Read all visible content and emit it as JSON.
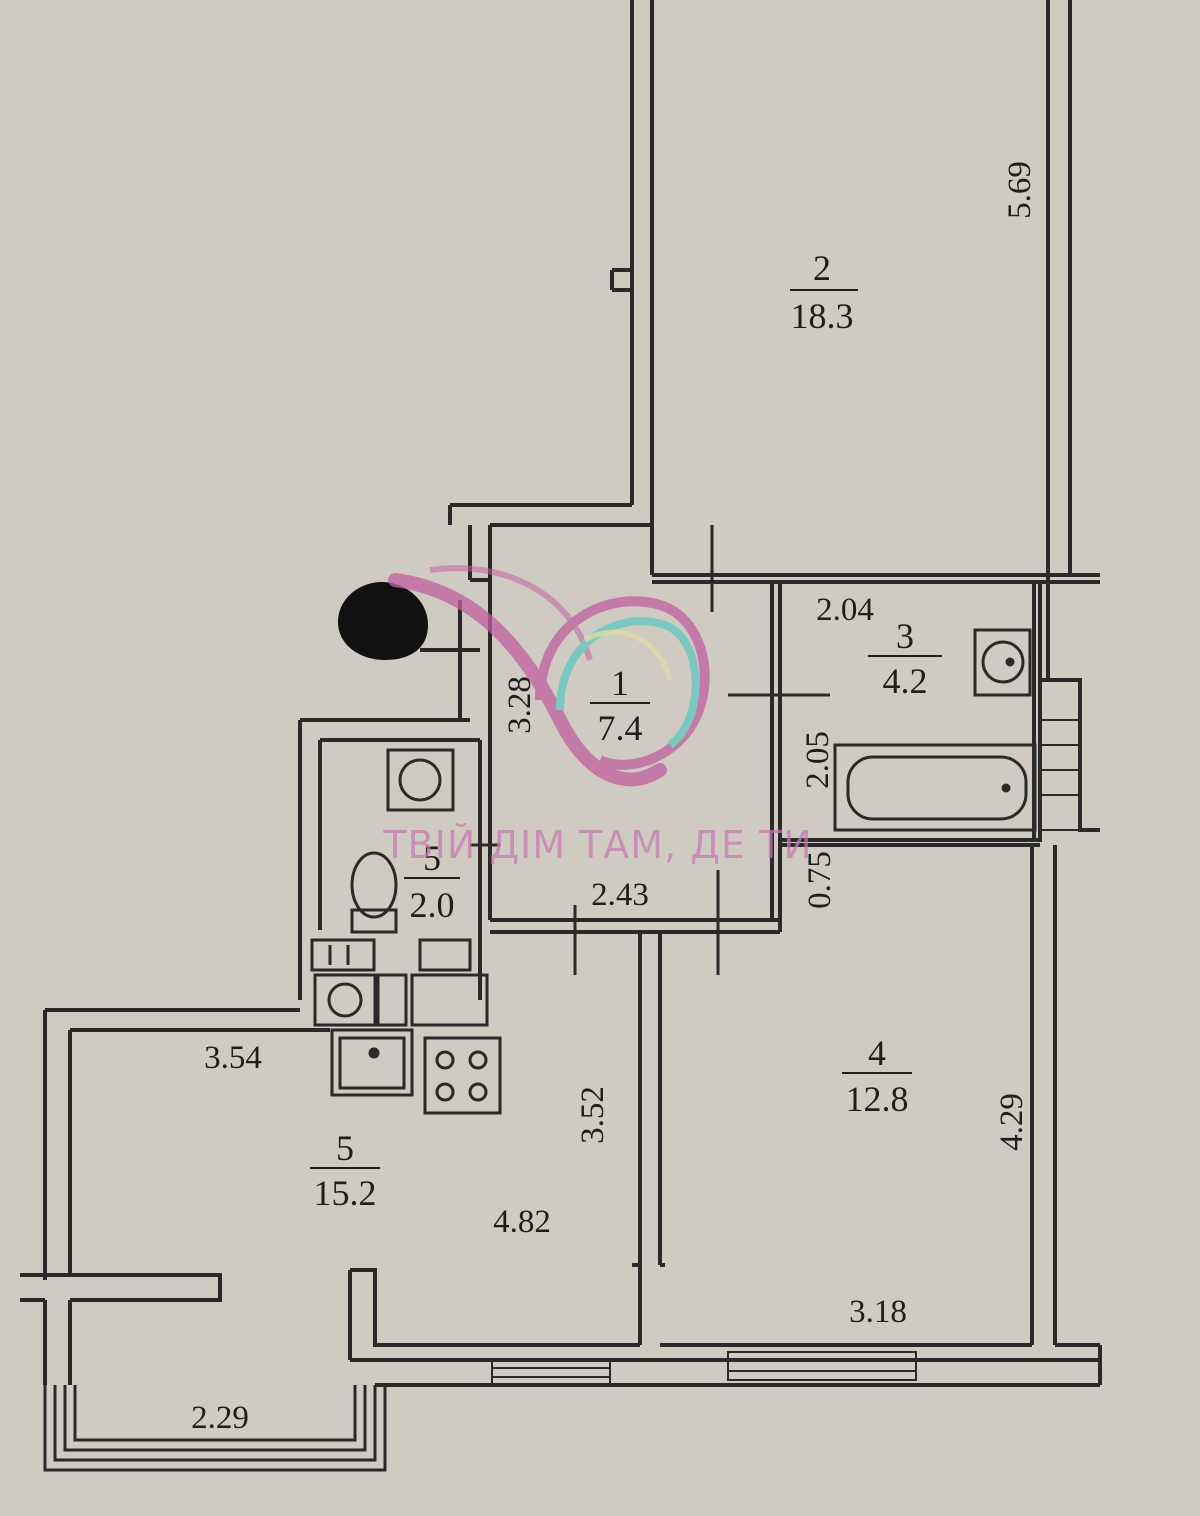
{
  "rooms": [
    {
      "id": "r1",
      "number": "1",
      "area": "7.4"
    },
    {
      "id": "r2",
      "number": "2",
      "area": "18.3"
    },
    {
      "id": "r3",
      "number": "3",
      "area": "4.2"
    },
    {
      "id": "r4",
      "number": "4",
      "area": "12.8"
    },
    {
      "id": "r5a",
      "number": "5",
      "area": "2.0"
    },
    {
      "id": "r5b",
      "number": "5",
      "area": "15.2"
    }
  ],
  "dimensions": {
    "d_569": "5.69",
    "d_204": "2.04",
    "d_328": "3.28",
    "d_205": "2.05",
    "d_243": "2.43",
    "d_075": "0.75",
    "d_354": "3.54",
    "d_352": "3.52",
    "d_482": "4.82",
    "d_429": "4.29",
    "d_318": "3.18",
    "d_229": "2.29"
  },
  "watermark": {
    "text": "ТВІЙ ДІМ ТАМ, ДЕ ТИ",
    "colors": {
      "magenta": "#c0609e",
      "teal": "#5fc8c0",
      "text": "#c77ab0"
    }
  },
  "colors": {
    "paper": "#cfcbc3",
    "wall": "#2a2a2a",
    "ink": "#1e1e1e",
    "marker": "#111111"
  }
}
